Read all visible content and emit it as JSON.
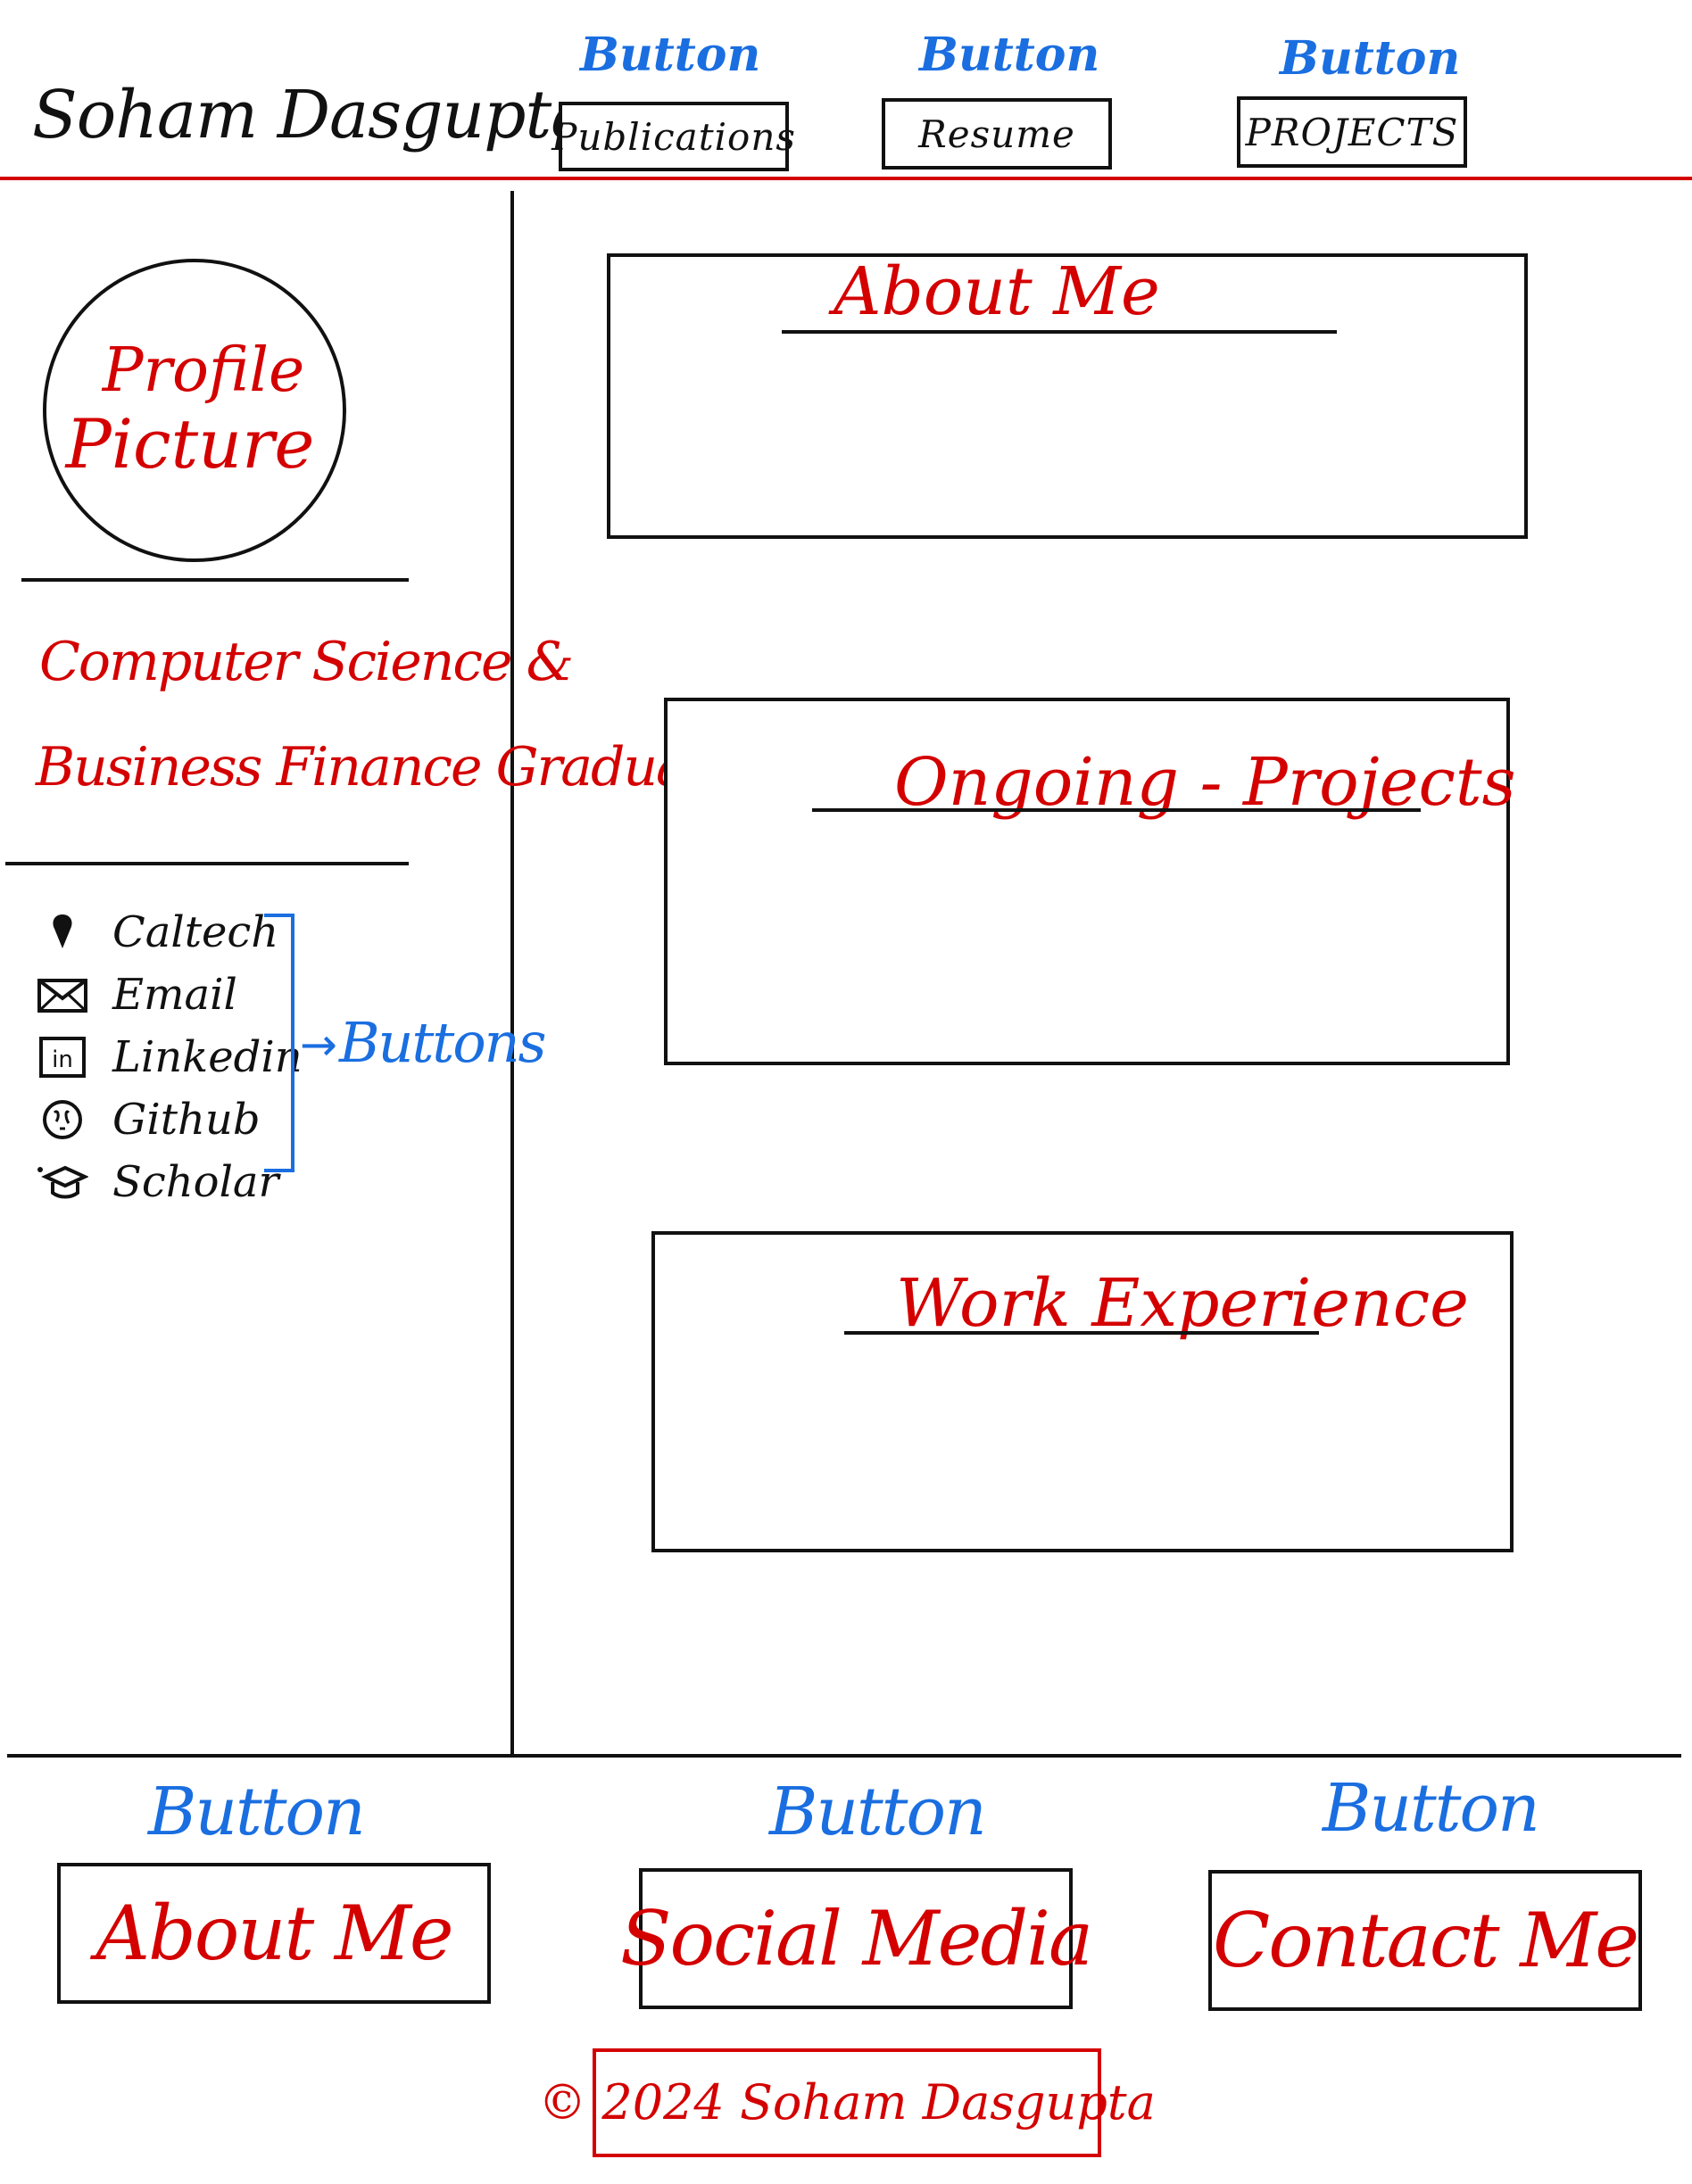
{
  "header": {
    "site_name": "Soham Dasgupta",
    "nav_annotation": "Button",
    "nav": [
      {
        "label": "Publications"
      },
      {
        "label": "Resume"
      },
      {
        "label": "PROJECTS"
      }
    ]
  },
  "sidebar": {
    "profile_picture": {
      "line1": "Profile",
      "line2": "Picture"
    },
    "tagline": {
      "line1": "Computer Science &",
      "line2": "Business Finance Graduate"
    },
    "links": [
      {
        "label": "Caltech",
        "icon": "location-pin-icon"
      },
      {
        "label": "Email",
        "icon": "envelope-icon"
      },
      {
        "label": "Linkedin",
        "icon": "linkedin-icon"
      },
      {
        "label": "Github",
        "icon": "github-icon"
      },
      {
        "label": "Scholar",
        "icon": "graduation-cap-icon"
      }
    ],
    "links_annotation": "Buttons"
  },
  "main": {
    "sections": [
      {
        "title": "About Me"
      },
      {
        "title": "Ongoing - Projects"
      },
      {
        "title": "Work Experience"
      }
    ]
  },
  "footer": {
    "button_annotation": "Button",
    "buttons": [
      {
        "label": "About Me"
      },
      {
        "label": "Social Media"
      },
      {
        "label": "Contact Me"
      }
    ],
    "copyright": "© 2024 Soham Dasgupta"
  },
  "colors": {
    "annotation": "#1a6ee0",
    "accent": "#d40000",
    "ink": "#111111"
  }
}
